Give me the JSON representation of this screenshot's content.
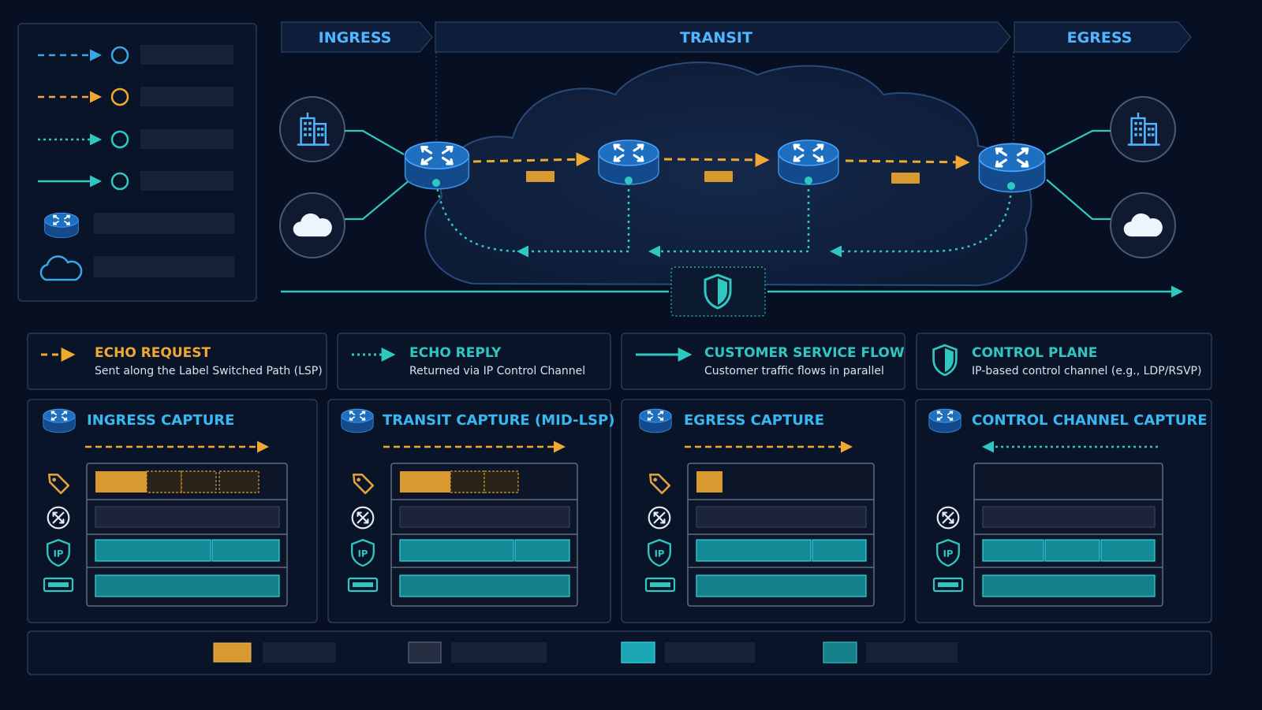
{
  "stages": [
    {
      "id": "ingress",
      "label": "INGRESS"
    },
    {
      "id": "transit",
      "label": "TRANSIT"
    },
    {
      "id": "egress",
      "label": "EGRESS"
    }
  ],
  "legend": [
    {
      "id": "echo-request",
      "title": "ECHO REQUEST",
      "subtitle": "Sent along the Label Switched Path (LSP)"
    },
    {
      "id": "echo-reply",
      "title": "ECHO REPLY",
      "subtitle": "Returned via IP Control Channel"
    },
    {
      "id": "customer-flow",
      "title": "CUSTOMER SERVICE FLOW",
      "subtitle": "Customer traffic flows in parallel"
    },
    {
      "id": "control-plane",
      "title": "CONTROL PLANE",
      "subtitle": "IP-based control channel (e.g., LDP/RSVP)"
    }
  ],
  "captures": [
    {
      "id": "ingress",
      "title": "INGRESS CAPTURE"
    },
    {
      "id": "transit",
      "title": "TRANSIT CAPTURE (MID-LSP)"
    },
    {
      "id": "egress",
      "title": "EGRESS CAPTURE"
    },
    {
      "id": "control",
      "title": "CONTROL CHANNEL CAPTURE"
    }
  ],
  "colors": {
    "background": "#070f22",
    "echo_request": "#f0a832",
    "echo_reply": "#2fc8c0",
    "customer_flow": "#2fc8c0",
    "label_block": "#d89a30",
    "ip_block": "#1aa6b3",
    "payload_block": "#15808a",
    "stage_text": "#4fb6ff",
    "capture_title": "#38b8f2",
    "router": "#1e6fc0"
  },
  "icons": {
    "router": "router-icon",
    "building": "building-icon",
    "cloud": "cloud-icon",
    "shield": "shield-icon",
    "tag": "tag-icon",
    "ip_shield": "ip-shield-icon",
    "payload": "payload-icon"
  }
}
